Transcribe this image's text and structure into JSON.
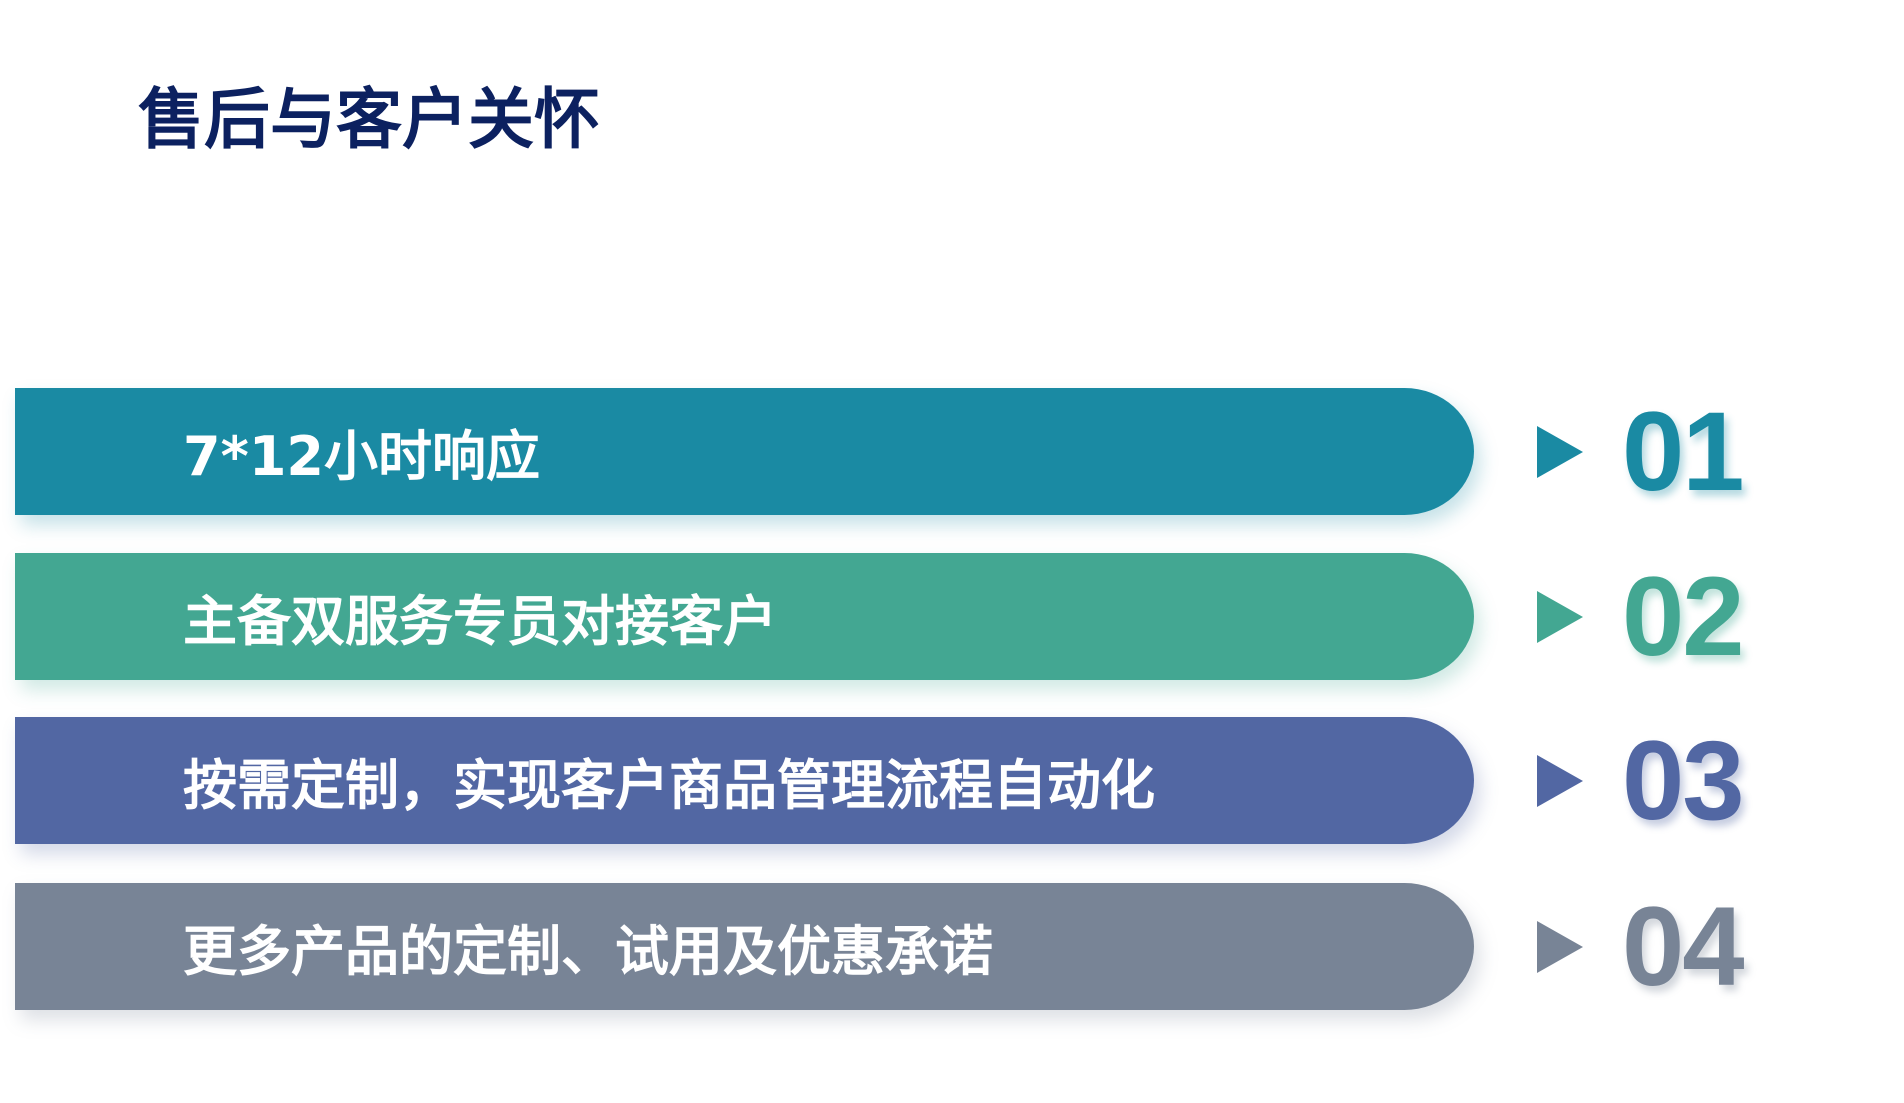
{
  "title": "售后与客户关怀",
  "items": [
    {
      "label": "7*12小时响应",
      "number": "01",
      "color": "#1a8aa3"
    },
    {
      "label": "主备双服务专员对接客户",
      "number": "02",
      "color": "#43a792"
    },
    {
      "label": "按需定制，实现客户商品管理流程自动化",
      "number": "03",
      "color": "#5267a3"
    },
    {
      "label": "更多产品的定制、试用及优惠承诺",
      "number": "04",
      "color": "#788496"
    }
  ]
}
